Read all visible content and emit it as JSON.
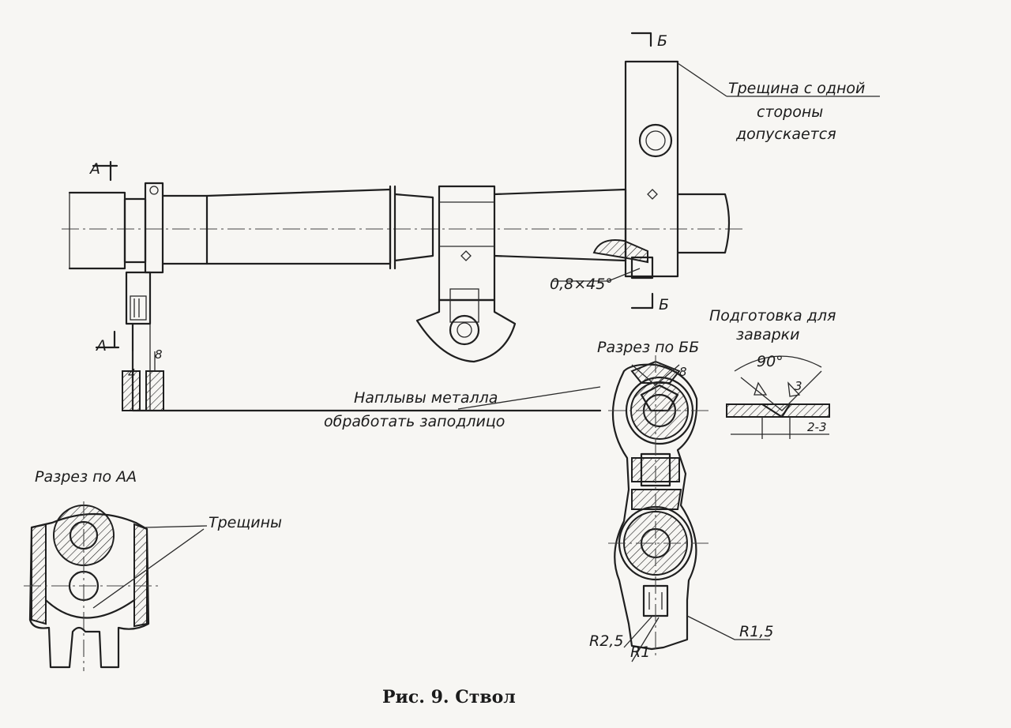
{
  "labels": {
    "section_b_top": "Б",
    "section_b_bottom": "Б",
    "section_a_top": "А",
    "section_a_bottom": "А",
    "crack_one_side_1": "Трещина с одной",
    "crack_one_side_2": "стороны",
    "crack_one_side_3": "допускается",
    "chamfer": "0,8×45°",
    "weld_prep_1": "Подготовка для",
    "weld_prep_2": "заварки",
    "weld_angle": "90°",
    "weld_gap": "2-3",
    "weld_3": "3",
    "section_bb": "Разрез по ББ",
    "bb_dim": "8",
    "dim_4": "4",
    "dim_8": "8",
    "metal_1": "Наплывы металла",
    "metal_2": "обработать заподлицо",
    "section_aa": "Разрез по АА",
    "cracks": "Трещины",
    "r25": "R2,5",
    "r1": "R1",
    "r15": "R1,5"
  },
  "caption": "Рис.  9.  Ствол"
}
